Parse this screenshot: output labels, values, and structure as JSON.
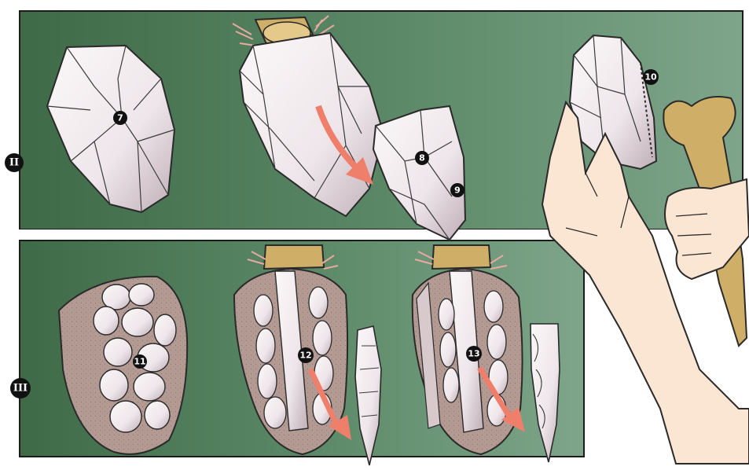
{
  "rows": [
    {
      "numeral": "II"
    },
    {
      "numeral": "III"
    }
  ],
  "labels": {
    "n7": "7",
    "n8": "8",
    "n9": "9",
    "n10": "10",
    "n11": "11",
    "n12": "12",
    "n13": "13"
  },
  "colors": {
    "panel_green": "#4e7d58",
    "flint_white": "#f3eef0",
    "flint_shade": "#c6b6bd",
    "cortex": "#b39a93",
    "arrow": "#ef7f6b",
    "antler": "#cfae67",
    "skin": "#fbe6d4",
    "outline": "#2a2a2a"
  }
}
